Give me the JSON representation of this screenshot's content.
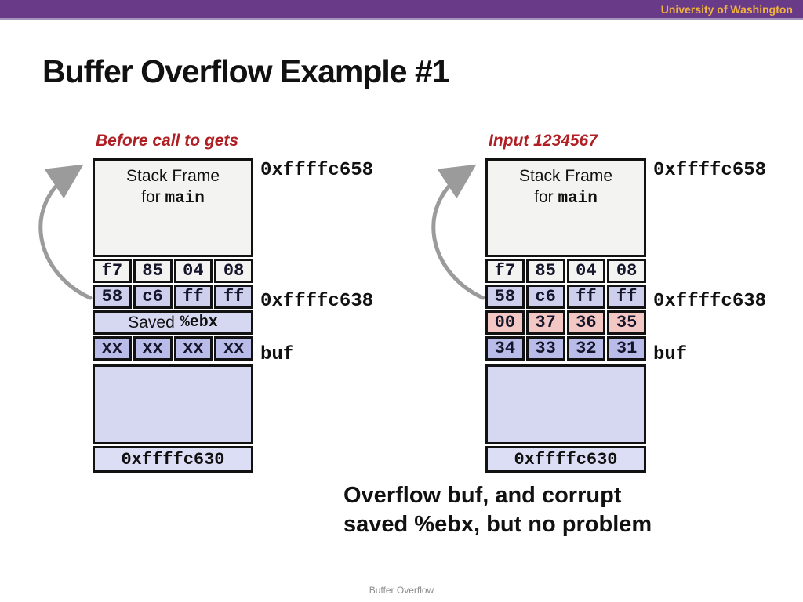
{
  "header": {
    "brand": "University of Washington"
  },
  "title": "Buffer Overflow Example #1",
  "colors": {
    "header_purple": "#693a87",
    "brand_gold": "#f0b43e",
    "caption_red": "#b01f23",
    "cell_plain": "#f3f3f1",
    "cell_lavender": "#cdcfed",
    "cell_periwinkle": "#b9bbe8",
    "cell_pink": "#f3c8c4",
    "big_area": "#d6d7f1",
    "arrow_gray": "#9b9b9b"
  },
  "diagrams": [
    {
      "caption": "Before call to gets",
      "frame_title": "Stack Frame",
      "frame_sub_prefix": "for",
      "frame_sub_code": "main",
      "addr_top": "0xffffc658",
      "addr_mid": "0xffffc638",
      "buf_label": "buf",
      "addr_bottom": "0xffffc630",
      "byte_rows": [
        {
          "style": "plain",
          "cells": [
            "f7",
            "85",
            "04",
            "08"
          ]
        },
        {
          "style": "lavender",
          "cells": [
            "58",
            "c6",
            "ff",
            "ff"
          ]
        },
        {
          "style": "savedrow",
          "label_prefix": "Saved",
          "label_code": "%ebx"
        },
        {
          "style": "periwinkle",
          "cells": [
            "xx",
            "xx",
            "xx",
            "xx"
          ]
        }
      ]
    },
    {
      "caption": "Input 1234567",
      "frame_title": "Stack Frame",
      "frame_sub_prefix": "for",
      "frame_sub_code": "main",
      "addr_top": "0xffffc658",
      "addr_mid": "0xffffc638",
      "buf_label": "buf",
      "addr_bottom": "0xffffc630",
      "byte_rows": [
        {
          "style": "plain",
          "cells": [
            "f7",
            "85",
            "04",
            "08"
          ]
        },
        {
          "style": "lavender",
          "cells": [
            "58",
            "c6",
            "ff",
            "ff"
          ]
        },
        {
          "style": "pink",
          "cells": [
            "00",
            "37",
            "36",
            "35"
          ]
        },
        {
          "style": "periwinkle",
          "cells": [
            "34",
            "33",
            "32",
            "31"
          ]
        }
      ]
    }
  ],
  "note": {
    "line1": "Overflow buf, and corrupt",
    "line2": "saved %ebx, but no problem"
  },
  "footer": "Buffer Overflow"
}
